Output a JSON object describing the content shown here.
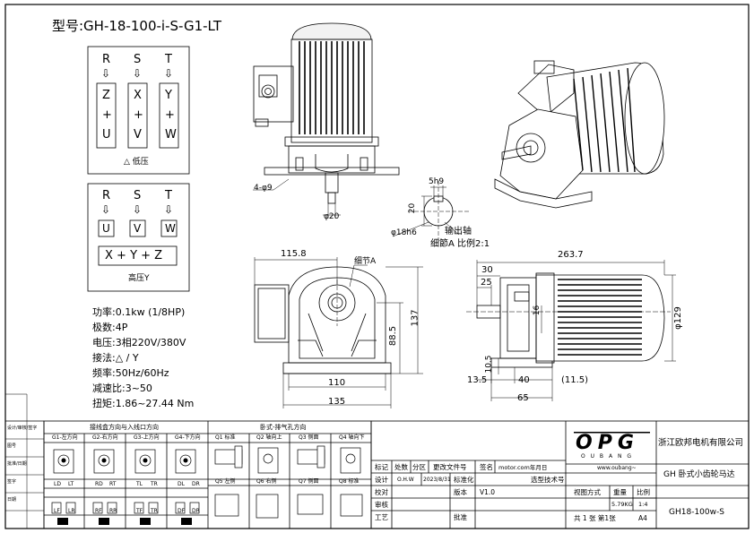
{
  "model": {
    "label": "型号:GH-18-100-i-S-G1-LT"
  },
  "low_voltage": {
    "phases": [
      "R",
      "S",
      "T"
    ],
    "arrow": "⇩",
    "columns": [
      {
        "top": "Z",
        "mid": "+",
        "bot": "U"
      },
      {
        "top": "X",
        "mid": "+",
        "bot": "V"
      },
      {
        "top": "Y",
        "mid": "+",
        "bot": "W"
      }
    ],
    "caption": "△ 低压"
  },
  "high_voltage": {
    "phases": [
      "R",
      "S",
      "T"
    ],
    "arrow": "⇩",
    "terminals": [
      "U",
      "V",
      "W"
    ],
    "star": "X + Y + Z",
    "caption": "高压Y"
  },
  "specs": [
    "功率:0.1kw (1/8HP)",
    "极数:4P",
    "电压:3相220V/380V",
    "接法:△ / Y",
    "频率:50Hz/60Hz",
    "减速比:3~50",
    "扭矩:1.86~27.44 Nm"
  ],
  "dims": {
    "holes": "4-φ9",
    "shaft_d20": "φ20",
    "key_5h9": "5h9",
    "key_20": "20",
    "shaft_18h6": "φ18h6",
    "output_shaft": "输出轴",
    "detail_a": "细節A 比例2:1",
    "detail_a_tag": "细节A",
    "d115_8": "115.8",
    "d137": "137",
    "d88_5": "88.5",
    "d110": "110",
    "d135": "135",
    "d263_7": "263.7",
    "d30": "30",
    "d25": "25",
    "d16": "16",
    "d129": "φ129",
    "d10_5": "10.5",
    "d13_5": "13.5",
    "d40": "40",
    "d11_5": "(11.5)",
    "d65": "65"
  },
  "mounting": {
    "box_title": "接线盒方向与入线口方向",
    "box_headers": [
      "G1-左方向",
      "G2-右方向",
      "G3-上方向",
      "G4-下方向"
    ],
    "box_codes": [
      [
        "LD",
        "LT"
      ],
      [
        "RD",
        "RT"
      ],
      [
        "TL",
        "TR"
      ],
      [
        "DL",
        "DR"
      ]
    ],
    "box_codes2": [
      [
        "LF",
        "LR"
      ],
      [
        "RF",
        "RR"
      ],
      [
        "TF",
        "TR"
      ],
      [
        "DF",
        "DR"
      ]
    ],
    "pos_title": "卧式-排气孔方向",
    "pos_headers": [
      "Q1 标准",
      "Q2 轴向上",
      "Q3 侧面",
      "Q4 轴向下"
    ],
    "pos_headers2": [
      "Q5 左侧",
      "Q6 右侧",
      "Q7 侧面",
      "Q8 标准"
    ],
    "side_labels": [
      "设计/审核/签字",
      "图号",
      "批准/日期",
      "签字",
      "日期"
    ]
  },
  "title_block": {
    "company": "浙江欧邦电机有限公司",
    "brand": "OPG",
    "brand_sub": "O U B A N G",
    "website": "www.oubang~",
    "product": "GH 卧式小齿轮马达",
    "drawing_no": "GH18-100w-S",
    "row1": [
      "标记",
      "处数",
      "分区",
      "更改文件号",
      "签名",
      "motor.com年月日"
    ],
    "row2_label": "设计",
    "designer": "O.H.W",
    "date": "2023/8/31",
    "standardize": "标准化",
    "version_label": "版本",
    "version": "V1.0",
    "check": "校对",
    "review": "审核",
    "craft": "工艺",
    "approve": "批准",
    "stage_label": "选型技术号",
    "view_label": "视图方式",
    "weight_label": "重量",
    "scale_label": "比例",
    "weight": "5.79KG",
    "scale": "1:4",
    "sheets": "共 1 张 第1张",
    "paper": "A4"
  }
}
